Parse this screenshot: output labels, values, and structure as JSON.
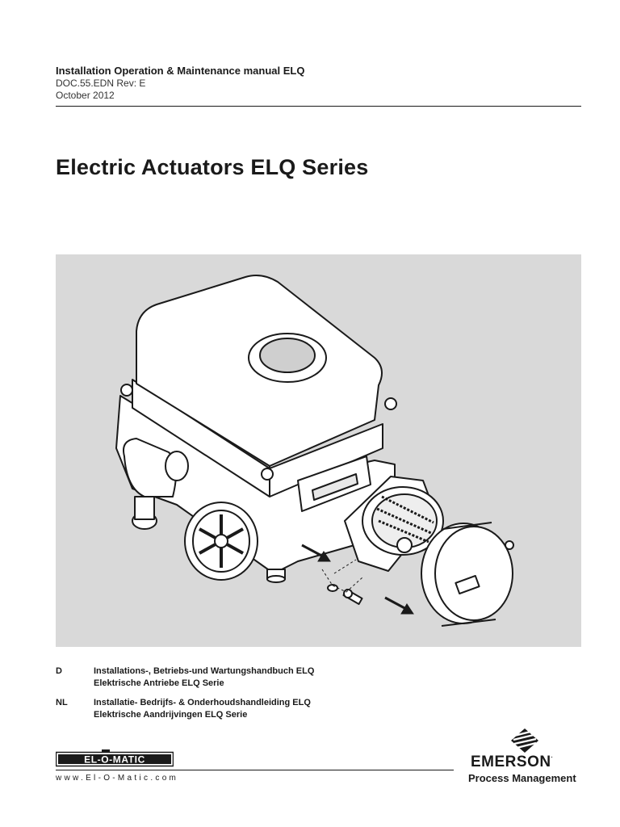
{
  "header": {
    "title": "Installation Operation & Maintenance manual ELQ",
    "doc_number": "DOC.55.EDN Rev: E",
    "date": "October 2012"
  },
  "main_title": "Electric Actuators ELQ Series",
  "figure": {
    "icon": "electric-actuator-exploded-illustration"
  },
  "translations": [
    {
      "code": "D",
      "line1": "Installations-, Betriebs-und Wartungshandbuch ELQ",
      "line2": "Elektrische Antriebe ELQ Serie"
    },
    {
      "code": "NL",
      "line1": "Installatie- Bedrijfs- & Onderhoudshandleiding ELQ",
      "line2": "Elektrische Aandrijvingen ELQ Serie"
    }
  ],
  "footer": {
    "elomatic_logo": "EL-O-MATIC",
    "website": "www.El-O-Matic.com",
    "emerson_name": "EMERSON",
    "emerson_tm": ".",
    "emerson_sub": "Process Management"
  }
}
